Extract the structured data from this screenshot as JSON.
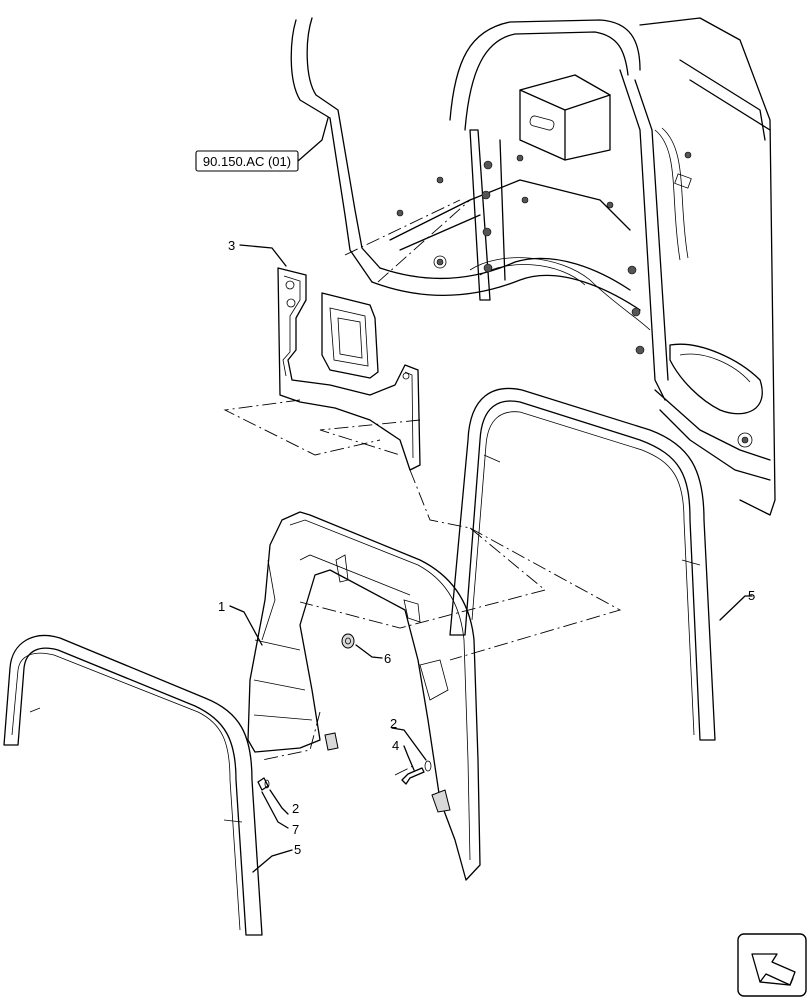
{
  "reference_box": {
    "text": "90.150.AC (01)"
  },
  "callouts": [
    {
      "id": "c3",
      "text": "3"
    },
    {
      "id": "c1",
      "text": "1"
    },
    {
      "id": "c6",
      "text": "6"
    },
    {
      "id": "c5a",
      "text": "5"
    },
    {
      "id": "c2a",
      "text": "2"
    },
    {
      "id": "c4",
      "text": "4"
    },
    {
      "id": "c2b",
      "text": "2"
    },
    {
      "id": "c7",
      "text": "7"
    },
    {
      "id": "c5b",
      "text": "5"
    }
  ],
  "icons": {
    "nav": "next-page-arrow-icon"
  }
}
